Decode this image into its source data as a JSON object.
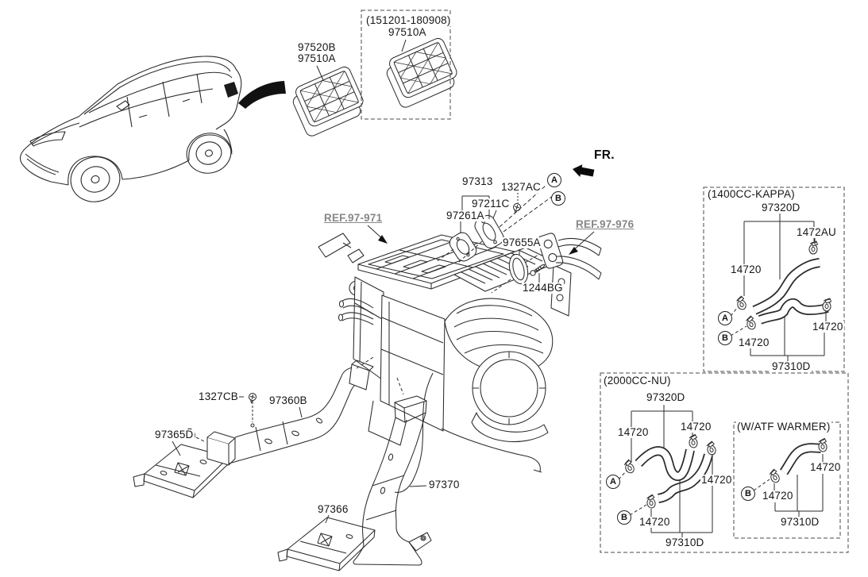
{
  "fr_indicator": "FR.",
  "callouts": {
    "a": "A",
    "b": "B"
  },
  "refs": {
    "hvac_unit": "REF.97-971",
    "heater_pipes": "REF.97-976"
  },
  "parts": {
    "vent_grille_b": "97520B",
    "vent_grille": "97510A",
    "duct_assembly": "97313",
    "screw_1327ac": "1327AC",
    "gasket_97211c": "97211C",
    "gasket_97261a": "97261A",
    "seal_97655a": "97655A",
    "bolt_1244bg": "1244BG",
    "screw_1327cb": "1327CB",
    "duct_97360b": "97360B",
    "duct_97365d": "97365D",
    "duct_97366": "97366",
    "duct_97370": "97370",
    "hose_97320d": "97320D",
    "hose_97310d": "97310D",
    "clamp_14720": "14720",
    "clamp_1472au": "1472AU"
  },
  "variant_boxes": {
    "production_range": "(151201-180908)",
    "kappa_1400cc": "(1400CC-KAPPA)",
    "nu_2000cc": "(2000CC-NU)",
    "atf_warmer": "(W/ATF WARMER)"
  }
}
